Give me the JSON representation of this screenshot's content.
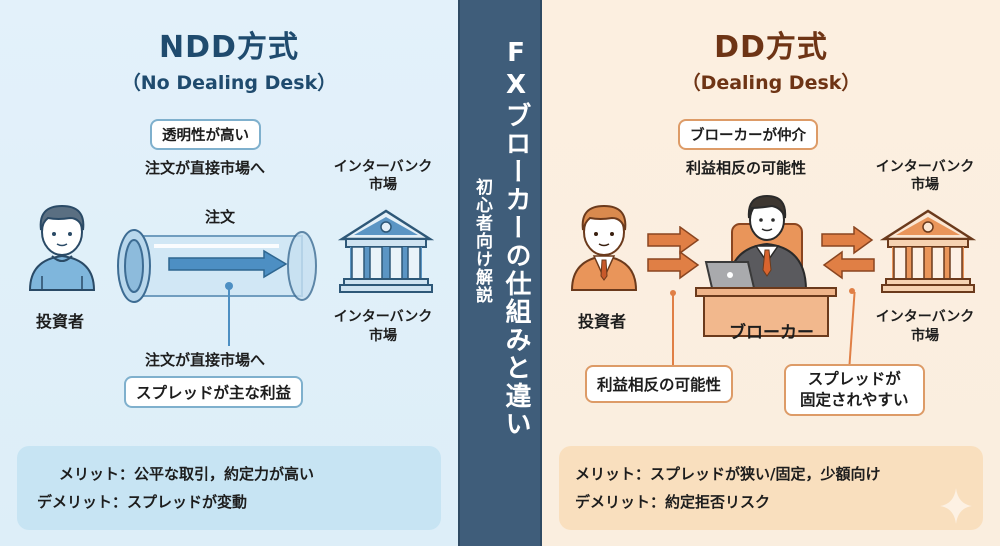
{
  "center": {
    "title": "FXブローカーの仕組みと違い",
    "subtitle": "初心者向け解説",
    "bg_color": "#3f5d7a"
  },
  "ndd": {
    "title": "NDD方式",
    "subtitle": "（No Dealing Desk）",
    "title_color": "#1f4b6e",
    "accent_color": "#5b95c4",
    "badge_top": "透明性が高い",
    "caption_top": "注文が直接市場へ",
    "pipe_label": "注文",
    "investor_label": "投資者",
    "market_label_top": "インターバンク\n市場",
    "market_label_bottom": "インターバンク\n市場",
    "caption_bottom": "注文が直接市場へ",
    "badge_bottom": "スプレッドが主な利益",
    "merit": "メリット：公平な取引，約定力が高い",
    "demerit": "デメリット：スプレッドが変動"
  },
  "dd": {
    "title": "DD方式",
    "subtitle": "（Dealing Desk）",
    "title_color": "#6e3415",
    "accent_color": "#e07f45",
    "badge_top": "ブローカーが仲介",
    "caption_top": "利益相反の可能性",
    "investor_label": "投資者",
    "broker_desk_label": "ブローカー",
    "market_label_top": "インターバンク\n市場",
    "market_label_bottom": "インターバンク\n市場",
    "callout_left": "利益相反の可能性",
    "callout_right": "スプレッドが\n固定されやすい",
    "merit": "メリット：スプレッドが狭い/固定，少額向け",
    "demerit": "デメリット：約定拒否リスク"
  },
  "icons": {
    "investor": "person-icon",
    "market": "bank-building-icon",
    "pipe": "pipe-icon",
    "broker": "broker-at-desk-icon",
    "arrow": "arrow-icon",
    "sparkle": "sparkle-icon"
  }
}
